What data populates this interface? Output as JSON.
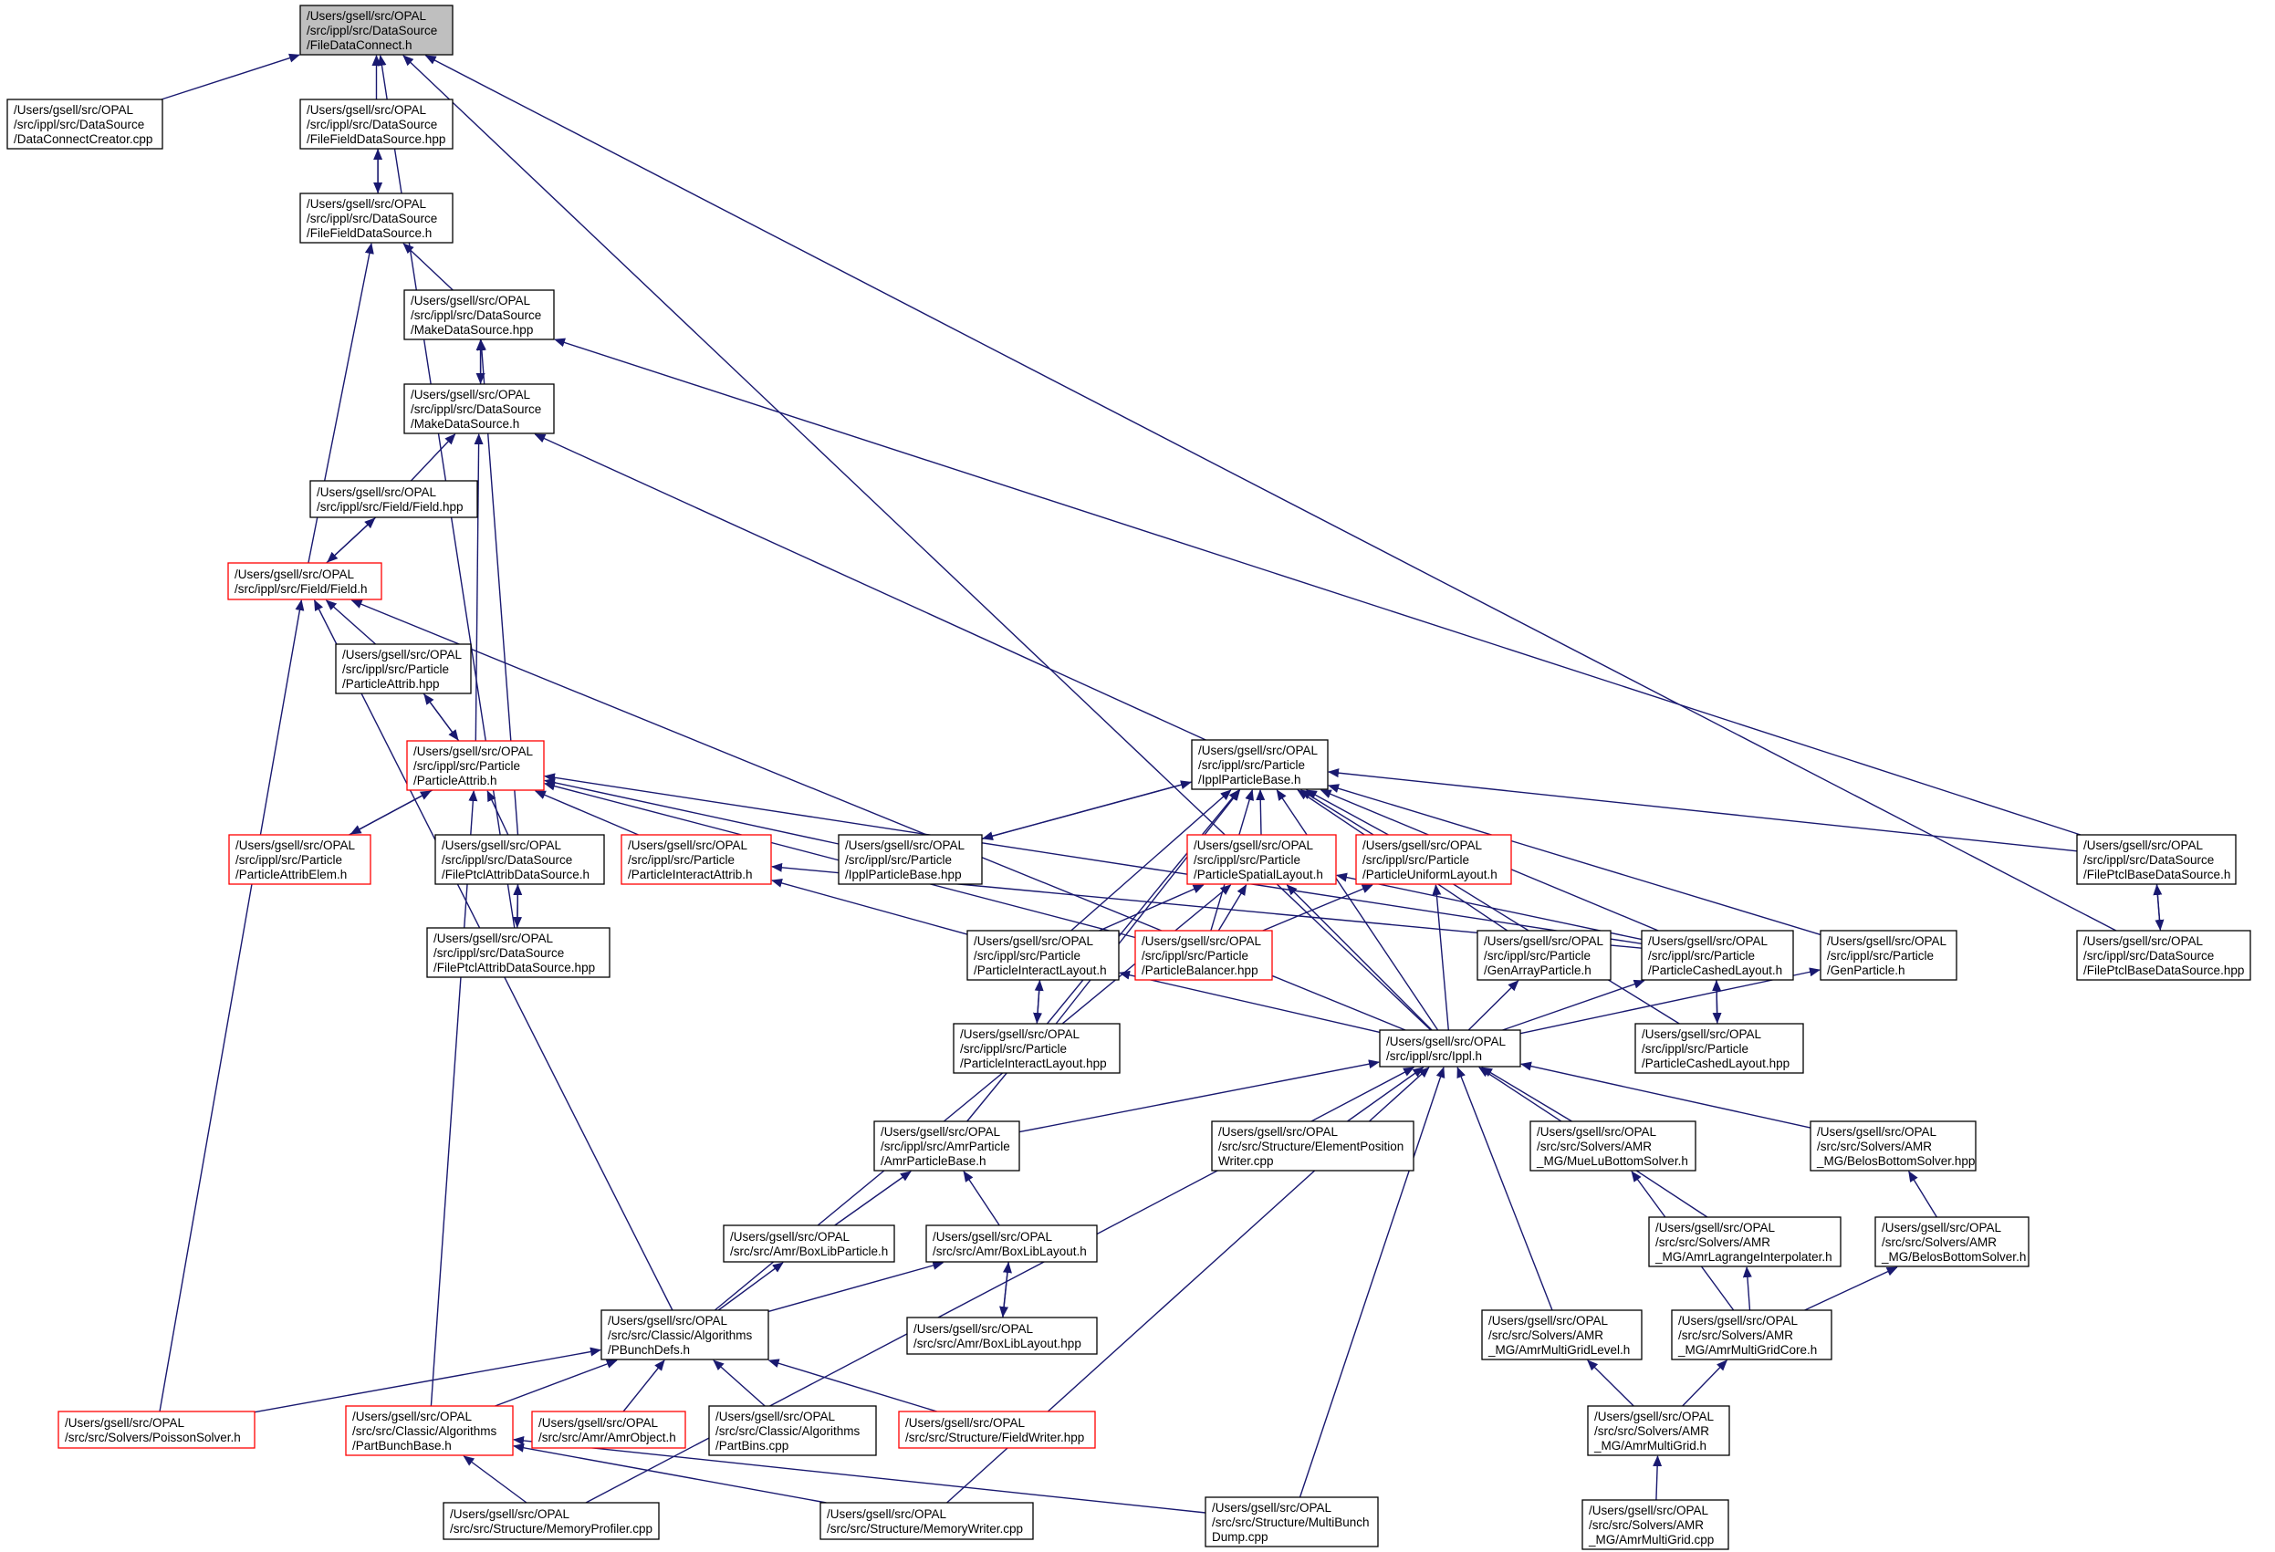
{
  "colors": {
    "edge": "#191970",
    "node_border": "#000000",
    "node_border_truncated": "#ff0000",
    "node_fill": "#ffffff",
    "node_fill_focus": "#bfbfbf"
  },
  "nodes": [
    {
      "id": "FileDataConnect_h",
      "lines": [
        "/Users/gsell/src/OPAL",
        "/src/ippl/src/DataSource",
        "/FileDataConnect.h"
      ],
      "style": "focus"
    },
    {
      "id": "DataConnectCreator_cpp",
      "lines": [
        "/Users/gsell/src/OPAL",
        "/src/ippl/src/DataSource",
        "/DataConnectCreator.cpp"
      ],
      "style": "normal"
    },
    {
      "id": "FileFieldDataSource_hpp",
      "lines": [
        "/Users/gsell/src/OPAL",
        "/src/ippl/src/DataSource",
        "/FileFieldDataSource.hpp"
      ],
      "style": "normal"
    },
    {
      "id": "FileFieldDataSource_h",
      "lines": [
        "/Users/gsell/src/OPAL",
        "/src/ippl/src/DataSource",
        "/FileFieldDataSource.h"
      ],
      "style": "normal"
    },
    {
      "id": "MakeDataSource_hpp",
      "lines": [
        "/Users/gsell/src/OPAL",
        "/src/ippl/src/DataSource",
        "/MakeDataSource.hpp"
      ],
      "style": "normal"
    },
    {
      "id": "MakeDataSource_h",
      "lines": [
        "/Users/gsell/src/OPAL",
        "/src/ippl/src/DataSource",
        "/MakeDataSource.h"
      ],
      "style": "normal"
    },
    {
      "id": "Field_hpp",
      "lines": [
        "/Users/gsell/src/OPAL",
        "/src/ippl/src/Field/Field.hpp"
      ],
      "style": "normal"
    },
    {
      "id": "Field_h",
      "lines": [
        "/Users/gsell/src/OPAL",
        "/src/ippl/src/Field/Field.h"
      ],
      "style": "truncated"
    },
    {
      "id": "ParticleAttrib_hpp",
      "lines": [
        "/Users/gsell/src/OPAL",
        "/src/ippl/src/Particle",
        "/ParticleAttrib.hpp"
      ],
      "style": "normal"
    },
    {
      "id": "ParticleAttrib_h",
      "lines": [
        "/Users/gsell/src/OPAL",
        "/src/ippl/src/Particle",
        "/ParticleAttrib.h"
      ],
      "style": "truncated"
    },
    {
      "id": "ParticleAttribElem_h",
      "lines": [
        "/Users/gsell/src/OPAL",
        "/src/ippl/src/Particle",
        "/ParticleAttribElem.h"
      ],
      "style": "truncated"
    },
    {
      "id": "FilePtclAttribDataSource_h",
      "lines": [
        "/Users/gsell/src/OPAL",
        "/src/ippl/src/DataSource",
        "/FilePtclAttribDataSource.h"
      ],
      "style": "normal"
    },
    {
      "id": "FilePtclAttribDataSource_hpp",
      "lines": [
        "/Users/gsell/src/OPAL",
        "/src/ippl/src/DataSource",
        "/FilePtclAttribDataSource.hpp"
      ],
      "style": "normal"
    },
    {
      "id": "ParticleInteractAttrib_h",
      "lines": [
        "/Users/gsell/src/OPAL",
        "/src/ippl/src/Particle",
        "/ParticleInteractAttrib.h"
      ],
      "style": "truncated"
    },
    {
      "id": "IpplParticleBase_hpp",
      "lines": [
        "/Users/gsell/src/OPAL",
        "/src/ippl/src/Particle",
        "/IpplParticleBase.hpp"
      ],
      "style": "normal"
    },
    {
      "id": "IpplParticleBase_h",
      "lines": [
        "/Users/gsell/src/OPAL",
        "/src/ippl/src/Particle",
        "/IpplParticleBase.h"
      ],
      "style": "normal"
    },
    {
      "id": "ParticleSpatialLayout_h",
      "lines": [
        "/Users/gsell/src/OPAL",
        "/src/ippl/src/Particle",
        "/ParticleSpatialLayout.h"
      ],
      "style": "truncated"
    },
    {
      "id": "ParticleUniformLayout_h",
      "lines": [
        "/Users/gsell/src/OPAL",
        "/src/ippl/src/Particle",
        "/ParticleUniformLayout.h"
      ],
      "style": "truncated"
    },
    {
      "id": "ParticleInteractLayout_h",
      "lines": [
        "/Users/gsell/src/OPAL",
        "/src/ippl/src/Particle",
        "/ParticleInteractLayout.h"
      ],
      "style": "normal"
    },
    {
      "id": "ParticleBalancer_hpp",
      "lines": [
        "/Users/gsell/src/OPAL",
        "/src/ippl/src/Particle",
        "/ParticleBalancer.hpp"
      ],
      "style": "truncated"
    },
    {
      "id": "GenArrayParticle_h",
      "lines": [
        "/Users/gsell/src/OPAL",
        "/src/ippl/src/Particle",
        "/GenArrayParticle.h"
      ],
      "style": "normal"
    },
    {
      "id": "ParticleCashedLayout_h",
      "lines": [
        "/Users/gsell/src/OPAL",
        "/src/ippl/src/Particle",
        "/ParticleCashedLayout.h"
      ],
      "style": "normal"
    },
    {
      "id": "GenParticle_h",
      "lines": [
        "/Users/gsell/src/OPAL",
        "/src/ippl/src/Particle",
        "/GenParticle.h"
      ],
      "style": "normal"
    },
    {
      "id": "FilePtclBaseDataSource_h",
      "lines": [
        "/Users/gsell/src/OPAL",
        "/src/ippl/src/DataSource",
        "/FilePtclBaseDataSource.h"
      ],
      "style": "normal"
    },
    {
      "id": "FilePtclBaseDataSource_hpp",
      "lines": [
        "/Users/gsell/src/OPAL",
        "/src/ippl/src/DataSource",
        "/FilePtclBaseDataSource.hpp"
      ],
      "style": "normal"
    },
    {
      "id": "ParticleInteractLayout_hpp",
      "lines": [
        "/Users/gsell/src/OPAL",
        "/src/ippl/src/Particle",
        "/ParticleInteractLayout.hpp"
      ],
      "style": "normal"
    },
    {
      "id": "Ippl_h",
      "lines": [
        "/Users/gsell/src/OPAL",
        "/src/ippl/src/Ippl.h"
      ],
      "style": "normal"
    },
    {
      "id": "ParticleCashedLayout_hpp",
      "lines": [
        "/Users/gsell/src/OPAL",
        "/src/ippl/src/Particle",
        "/ParticleCashedLayout.hpp"
      ],
      "style": "normal"
    },
    {
      "id": "AmrParticleBase_h",
      "lines": [
        "/Users/gsell/src/OPAL",
        "/src/ippl/src/AmrParticle",
        "/AmrParticleBase.h"
      ],
      "style": "normal"
    },
    {
      "id": "ElementPositionWriter_cpp",
      "lines": [
        "/Users/gsell/src/OPAL",
        "/src/src/Structure/ElementPosition",
        "Writer.cpp"
      ],
      "style": "normal"
    },
    {
      "id": "MueLuBottomSolver_h",
      "lines": [
        "/Users/gsell/src/OPAL",
        "/src/src/Solvers/AMR",
        "_MG/MueLuBottomSolver.h"
      ],
      "style": "normal"
    },
    {
      "id": "BelosBottomSolver_hpp",
      "lines": [
        "/Users/gsell/src/OPAL",
        "/src/src/Solvers/AMR",
        "_MG/BelosBottomSolver.hpp"
      ],
      "style": "normal"
    },
    {
      "id": "BoxLibParticle_h",
      "lines": [
        "/Users/gsell/src/OPAL",
        "/src/src/Amr/BoxLibParticle.h"
      ],
      "style": "normal"
    },
    {
      "id": "BoxLibLayout_h",
      "lines": [
        "/Users/gsell/src/OPAL",
        "/src/src/Amr/BoxLibLayout.h"
      ],
      "style": "normal"
    },
    {
      "id": "AmrLagrangeInterpolater_h",
      "lines": [
        "/Users/gsell/src/OPAL",
        "/src/src/Solvers/AMR",
        "_MG/AmrLagrangeInterpolater.h"
      ],
      "style": "normal"
    },
    {
      "id": "BelosBottomSolver_h",
      "lines": [
        "/Users/gsell/src/OPAL",
        "/src/src/Solvers/AMR",
        "_MG/BelosBottomSolver.h"
      ],
      "style": "normal"
    },
    {
      "id": "PBunchDefs_h",
      "lines": [
        "/Users/gsell/src/OPAL",
        "/src/src/Classic/Algorithms",
        "/PBunchDefs.h"
      ],
      "style": "normal"
    },
    {
      "id": "BoxLibLayout_hpp",
      "lines": [
        "/Users/gsell/src/OPAL",
        "/src/src/Amr/BoxLibLayout.hpp"
      ],
      "style": "normal"
    },
    {
      "id": "AmrMultiGridLevel_h",
      "lines": [
        "/Users/gsell/src/OPAL",
        "/src/src/Solvers/AMR",
        "_MG/AmrMultiGridLevel.h"
      ],
      "style": "normal"
    },
    {
      "id": "AmrMultiGridCore_h",
      "lines": [
        "/Users/gsell/src/OPAL",
        "/src/src/Solvers/AMR",
        "_MG/AmrMultiGridCore.h"
      ],
      "style": "normal"
    },
    {
      "id": "PoissonSolver_h",
      "lines": [
        "/Users/gsell/src/OPAL",
        "/src/src/Solvers/PoissonSolver.h"
      ],
      "style": "truncated"
    },
    {
      "id": "PartBunchBase_h",
      "lines": [
        "/Users/gsell/src/OPAL",
        "/src/src/Classic/Algorithms",
        "/PartBunchBase.h"
      ],
      "style": "truncated"
    },
    {
      "id": "AmrObject_h",
      "lines": [
        "/Users/gsell/src/OPAL",
        "/src/src/Amr/AmrObject.h"
      ],
      "style": "truncated"
    },
    {
      "id": "PartBins_cpp",
      "lines": [
        "/Users/gsell/src/OPAL",
        "/src/src/Classic/Algorithms",
        "/PartBins.cpp"
      ],
      "style": "normal"
    },
    {
      "id": "FieldWriter_hpp",
      "lines": [
        "/Users/gsell/src/OPAL",
        "/src/src/Structure/FieldWriter.hpp"
      ],
      "style": "truncated"
    },
    {
      "id": "AmrMultiGrid_h",
      "lines": [
        "/Users/gsell/src/OPAL",
        "/src/src/Solvers/AMR",
        "_MG/AmrMultiGrid.h"
      ],
      "style": "normal"
    },
    {
      "id": "MemoryProfiler_cpp",
      "lines": [
        "/Users/gsell/src/OPAL",
        "/src/src/Structure/MemoryProfiler.cpp"
      ],
      "style": "normal"
    },
    {
      "id": "MemoryWriter_cpp",
      "lines": [
        "/Users/gsell/src/OPAL",
        "/src/src/Structure/MemoryWriter.cpp"
      ],
      "style": "normal"
    },
    {
      "id": "MultiBunchDump_cpp",
      "lines": [
        "/Users/gsell/src/OPAL",
        "/src/src/Structure/MultiBunch",
        "Dump.cpp"
      ],
      "style": "normal"
    },
    {
      "id": "AmrMultiGrid_cpp",
      "lines": [
        "/Users/gsell/src/OPAL",
        "/src/src/Solvers/AMR",
        "_MG/AmrMultiGrid.cpp"
      ],
      "style": "normal"
    }
  ],
  "edges": [
    [
      "DataConnectCreator_cpp",
      "FileDataConnect_h"
    ],
    [
      "FileFieldDataSource_hpp",
      "FileDataConnect_h"
    ],
    [
      "FilePtclAttribDataSource_hpp",
      "FileDataConnect_h"
    ],
    [
      "Ippl_h",
      "FileDataConnect_h"
    ],
    [
      "FilePtclBaseDataSource_hpp",
      "FileDataConnect_h"
    ],
    [
      "FileFieldDataSource_h",
      "FileFieldDataSource_hpp"
    ],
    [
      "FileFieldDataSource_hpp",
      "FileFieldDataSource_h"
    ],
    [
      "MakeDataSource_hpp",
      "FileFieldDataSource_h"
    ],
    [
      "Field_h",
      "FileFieldDataSource_h"
    ],
    [
      "MakeDataSource_h",
      "MakeDataSource_hpp"
    ],
    [
      "MakeDataSource_hpp",
      "MakeDataSource_h"
    ],
    [
      "FilePtclAttribDataSource_h",
      "MakeDataSource_hpp"
    ],
    [
      "FilePtclBaseDataSource_h",
      "MakeDataSource_hpp"
    ],
    [
      "Field_hpp",
      "MakeDataSource_h"
    ],
    [
      "ParticleAttrib_h",
      "MakeDataSource_h"
    ],
    [
      "IpplParticleBase_h",
      "MakeDataSource_h"
    ],
    [
      "Field_h",
      "Field_hpp"
    ],
    [
      "Field_hpp",
      "Field_h"
    ],
    [
      "ParticleAttrib_hpp",
      "Field_h"
    ],
    [
      "PoissonSolver_h",
      "Field_h"
    ],
    [
      "PBunchDefs_h",
      "Field_h"
    ],
    [
      "Ippl_h",
      "Field_h"
    ],
    [
      "ParticleAttrib_h",
      "ParticleAttrib_hpp"
    ],
    [
      "ParticleAttrib_hpp",
      "ParticleAttrib_h"
    ],
    [
      "ParticleAttribElem_h",
      "ParticleAttrib_h"
    ],
    [
      "ParticleAttrib_h",
      "ParticleAttribElem_h"
    ],
    [
      "FilePtclAttribDataSource_h",
      "ParticleAttrib_h"
    ],
    [
      "ParticleInteractAttrib_h",
      "ParticleAttrib_h"
    ],
    [
      "IpplParticleBase_hpp",
      "ParticleAttrib_h"
    ],
    [
      "ParticleBalancer_hpp",
      "ParticleAttrib_h"
    ],
    [
      "ParticleCashedLayout_h",
      "ParticleAttrib_h"
    ],
    [
      "PartBunchBase_h",
      "ParticleAttrib_h"
    ],
    [
      "FilePtclAttribDataSource_hpp",
      "FilePtclAttribDataSource_h"
    ],
    [
      "FilePtclAttribDataSource_h",
      "FilePtclAttribDataSource_hpp"
    ],
    [
      "ParticleInteractLayout_h",
      "ParticleInteractAttrib_h"
    ],
    [
      "ParticleCashedLayout_h",
      "ParticleInteractAttrib_h"
    ],
    [
      "IpplParticleBase_hpp",
      "IpplParticleBase_h"
    ],
    [
      "IpplParticleBase_h",
      "IpplParticleBase_hpp"
    ],
    [
      "ParticleSpatialLayout_h",
      "IpplParticleBase_h"
    ],
    [
      "ParticleUniformLayout_h",
      "IpplParticleBase_h"
    ],
    [
      "ParticleInteractLayout_h",
      "IpplParticleBase_h"
    ],
    [
      "ParticleBalancer_hpp",
      "IpplParticleBase_h"
    ],
    [
      "GenArrayParticle_h",
      "IpplParticleBase_h"
    ],
    [
      "ParticleCashedLayout_h",
      "IpplParticleBase_h"
    ],
    [
      "GenParticle_h",
      "IpplParticleBase_h"
    ],
    [
      "FilePtclBaseDataSource_h",
      "IpplParticleBase_h"
    ],
    [
      "ParticleInteractLayout_hpp",
      "IpplParticleBase_h"
    ],
    [
      "Ippl_h",
      "IpplParticleBase_h"
    ],
    [
      "ParticleCashedLayout_hpp",
      "IpplParticleBase_h"
    ],
    [
      "AmrParticleBase_h",
      "IpplParticleBase_h"
    ],
    [
      "ParticleBalancer_hpp",
      "ParticleSpatialLayout_h"
    ],
    [
      "ParticleInteractLayout_h",
      "ParticleSpatialLayout_h"
    ],
    [
      "ParticleCashedLayout_h",
      "ParticleSpatialLayout_h"
    ],
    [
      "Ippl_h",
      "ParticleSpatialLayout_h"
    ],
    [
      "PBunchDefs_h",
      "ParticleSpatialLayout_h"
    ],
    [
      "ParticleBalancer_hpp",
      "ParticleUniformLayout_h"
    ],
    [
      "Ippl_h",
      "ParticleUniformLayout_h"
    ],
    [
      "ParticleInteractLayout_hpp",
      "ParticleInteractLayout_h"
    ],
    [
      "ParticleInteractLayout_h",
      "ParticleInteractLayout_hpp"
    ],
    [
      "Ippl_h",
      "ParticleInteractLayout_h"
    ],
    [
      "Ippl_h",
      "GenArrayParticle_h"
    ],
    [
      "ParticleCashedLayout_hpp",
      "ParticleCashedLayout_h"
    ],
    [
      "ParticleCashedLayout_h",
      "ParticleCashedLayout_hpp"
    ],
    [
      "Ippl_h",
      "ParticleCashedLayout_h"
    ],
    [
      "Ippl_h",
      "GenParticle_h"
    ],
    [
      "FilePtclBaseDataSource_hpp",
      "FilePtclBaseDataSource_h"
    ],
    [
      "FilePtclBaseDataSource_h",
      "FilePtclBaseDataSource_hpp"
    ],
    [
      "AmrParticleBase_h",
      "Ippl_h"
    ],
    [
      "ElementPositionWriter_cpp",
      "Ippl_h"
    ],
    [
      "MueLuBottomSolver_h",
      "Ippl_h"
    ],
    [
      "BelosBottomSolver_hpp",
      "Ippl_h"
    ],
    [
      "AmrLagrangeInterpolater_h",
      "Ippl_h"
    ],
    [
      "AmrMultiGridLevel_h",
      "Ippl_h"
    ],
    [
      "MemoryProfiler_cpp",
      "Ippl_h"
    ],
    [
      "MemoryWriter_cpp",
      "Ippl_h"
    ],
    [
      "MultiBunchDump_cpp",
      "Ippl_h"
    ],
    [
      "BoxLibParticle_h",
      "AmrParticleBase_h"
    ],
    [
      "BoxLibLayout_h",
      "AmrParticleBase_h"
    ],
    [
      "PBunchDefs_h",
      "BoxLibParticle_h"
    ],
    [
      "PBunchDefs_h",
      "BoxLibLayout_h"
    ],
    [
      "BoxLibLayout_hpp",
      "BoxLibLayout_h"
    ],
    [
      "BoxLibLayout_h",
      "BoxLibLayout_hpp"
    ],
    [
      "AmrMultiGridCore_h",
      "MueLuBottomSolver_h"
    ],
    [
      "BelosBottomSolver_h",
      "BelosBottomSolver_hpp"
    ],
    [
      "AmrMultiGridCore_h",
      "AmrLagrangeInterpolater_h"
    ],
    [
      "AmrMultiGridCore_h",
      "BelosBottomSolver_h"
    ],
    [
      "PoissonSolver_h",
      "PBunchDefs_h"
    ],
    [
      "PartBunchBase_h",
      "PBunchDefs_h"
    ],
    [
      "AmrObject_h",
      "PBunchDefs_h"
    ],
    [
      "PartBins_cpp",
      "PBunchDefs_h"
    ],
    [
      "FieldWriter_hpp",
      "PBunchDefs_h"
    ],
    [
      "AmrMultiGrid_h",
      "AmrMultiGridLevel_h"
    ],
    [
      "AmrMultiGrid_h",
      "AmrMultiGridCore_h"
    ],
    [
      "AmrMultiGrid_cpp",
      "AmrMultiGrid_h"
    ],
    [
      "MemoryProfiler_cpp",
      "PartBunchBase_h"
    ],
    [
      "MemoryWriter_cpp",
      "PartBunchBase_h"
    ],
    [
      "MultiBunchDump_cpp",
      "PartBunchBase_h"
    ]
  ]
}
